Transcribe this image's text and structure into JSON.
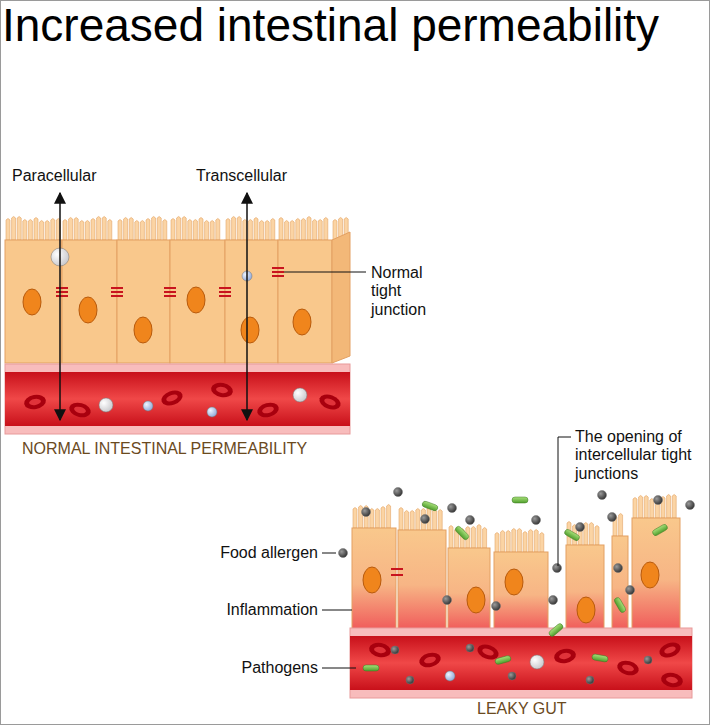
{
  "diagram": {
    "title": "Increased intestinal permeability",
    "labels": [
      "Paracellular",
      "Transcellular",
      "Normal tight junction",
      "NORMAL INTESTINAL PERMEABILITY",
      "The opening of intercellular tight junctions",
      "Food allergen",
      "Inflammation",
      "Pathogens",
      "LEAKY GUT"
    ]
  }
}
